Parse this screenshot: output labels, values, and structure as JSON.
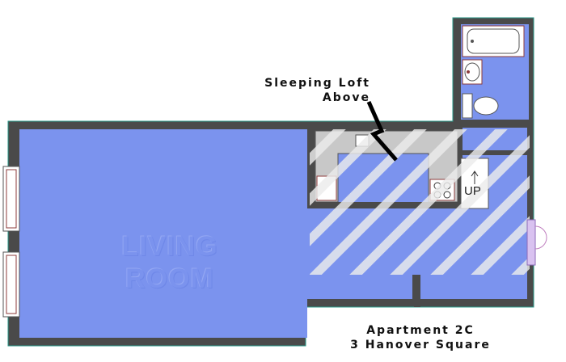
{
  "plan": {
    "loft_label_line1": "Sleeping Loft",
    "loft_label_line2": "Above",
    "stair_label": "UP",
    "room_label_line1": "LIVING",
    "room_label_line2": "ROOM",
    "address_line1": "Apartment 2C",
    "address_line2": "3 Hanover Square",
    "colors": {
      "floor": "#7b93ee",
      "wall": "#4a4a4a",
      "kitchen_counter": "#c8c8c8",
      "loft_hatch": "#e6e6e6",
      "window_frame": "#8c3b3b"
    }
  }
}
